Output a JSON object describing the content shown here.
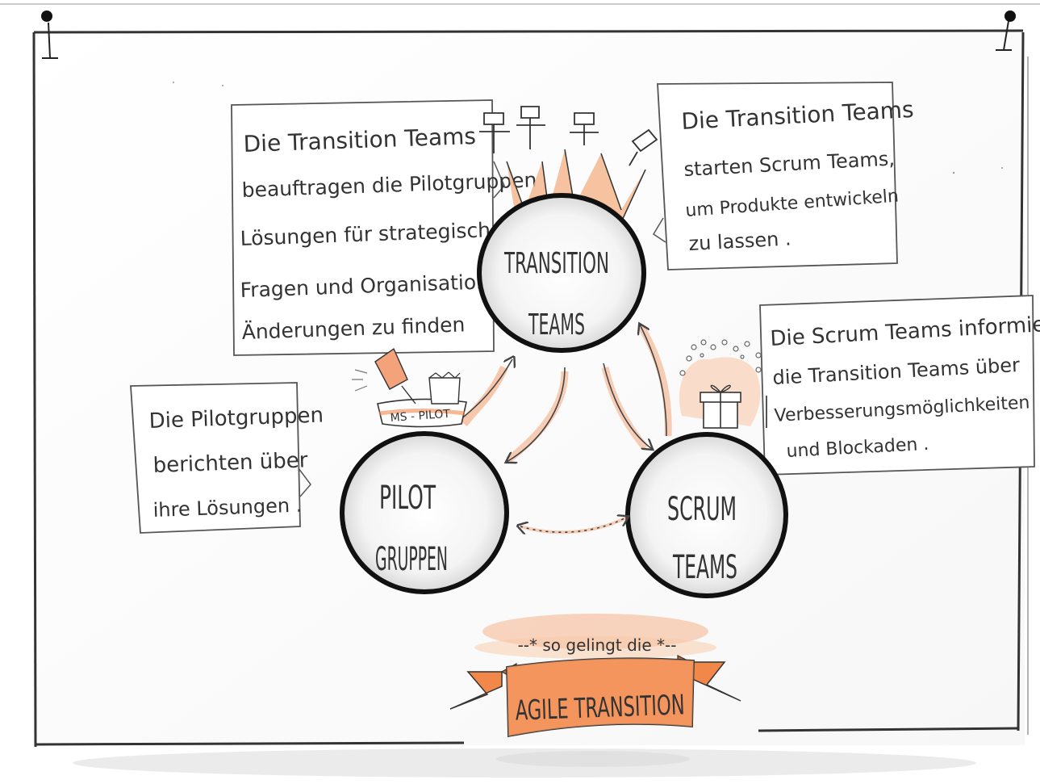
{
  "colors": {
    "accent": "#f2874a",
    "accent_light": "#f8c6a4",
    "ink": "#1a1a1a",
    "pencil": "#555555"
  },
  "nodes": {
    "transition": {
      "line1": "TRANSITION",
      "line2": "TEAMS"
    },
    "pilot": {
      "line1": "PILOT",
      "line2": "GRUPPEN"
    },
    "scrum": {
      "line1": "SCRUM",
      "line2": "TEAMS"
    }
  },
  "notes": {
    "transition_to_pilot": {
      "line1": "Die Transition Teams",
      "line2": "beauftragen die Pilotgruppen",
      "line3": "Lösungen für strategische",
      "line4": "Fragen und Organisations -",
      "line5": "Änderungen zu finden"
    },
    "transition_to_scrum": {
      "line1": "Die Transition Teams",
      "line2": "starten Scrum Teams,",
      "line3": "um Produkte entwickeln",
      "line4": "zu lassen ."
    },
    "scrum_to_transition": {
      "line1": "Die Scrum Teams informieren",
      "line2": "die Transition Teams über",
      "line3": "Verbesserungsmöglichkeiten",
      "line4": "und Blockaden ."
    },
    "pilot_report": {
      "line1": "Die Pilotgruppen",
      "line2": "berichten über",
      "line3": "ihre Lösungen ."
    }
  },
  "pilot_label": "MS - PILOT",
  "banner": {
    "subtitle": "--* so gelingt die *--",
    "title": "AGILE TRANSITION"
  },
  "icons": {
    "pins": "pushpin-icon",
    "people": "people-group-icon",
    "gift": "gift-icon",
    "pot": "pilot-pot-icon"
  }
}
